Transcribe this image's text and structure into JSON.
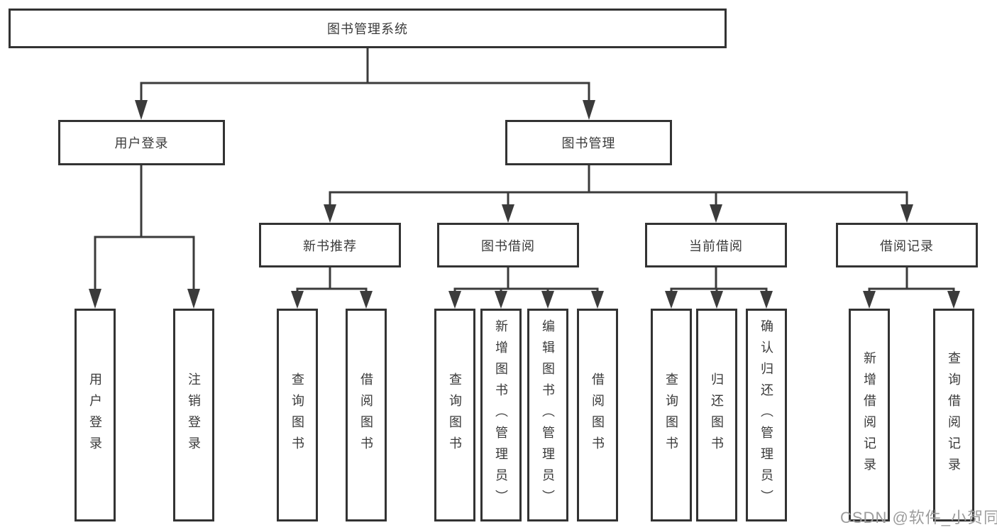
{
  "diagram": {
    "root": {
      "label": "图书管理系统"
    },
    "branches": [
      {
        "label": "用户登录",
        "children": [
          {
            "label": "用户登录"
          },
          {
            "label": "注销登录"
          }
        ]
      },
      {
        "label": "图书管理",
        "children": [
          {
            "label": "新书推荐",
            "children": [
              {
                "label": "查询图书"
              },
              {
                "label": "借阅图书"
              }
            ]
          },
          {
            "label": "图书借阅",
            "children": [
              {
                "label": "查询图书"
              },
              {
                "label": "新增图书（管理员）"
              },
              {
                "label": "编辑图书（管理员）"
              },
              {
                "label": "借阅图书"
              }
            ]
          },
          {
            "label": "当前借阅",
            "children": [
              {
                "label": "查询图书"
              },
              {
                "label": "归还图书"
              },
              {
                "label": "确认归还（管理员）"
              }
            ]
          },
          {
            "label": "借阅记录",
            "children": [
              {
                "label": "新增借阅记录"
              },
              {
                "label": "查询借阅记录"
              }
            ]
          }
        ]
      }
    ]
  },
  "watermark": {
    "text": "CSDN @软件_小贺同学"
  },
  "colors": {
    "line": "#3b3b3b",
    "box_border": "#333333",
    "box_fill": "#ffffff",
    "text": "#3a3a3a",
    "watermark": "#9c9c9c",
    "background": "#ffffff"
  }
}
